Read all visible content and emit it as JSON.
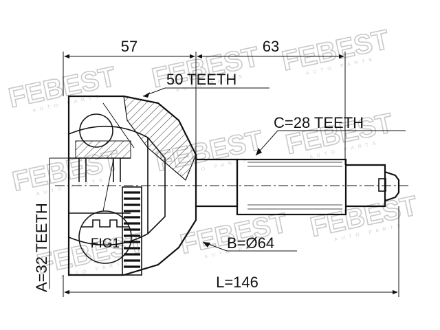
{
  "brand": {
    "watermark_text": "FEBEST",
    "watermark_sub": "AUTO PARTS"
  },
  "dimensions": {
    "length_a": "57",
    "length_b": "63",
    "total_length": "L=146"
  },
  "callouts": {
    "outer_teeth": "50 TEETH",
    "spline_c": "C=28 TEETH",
    "spline_a": "A=32 TEETH",
    "diameter_b": "B=Ø64",
    "fig": "FIG1"
  }
}
